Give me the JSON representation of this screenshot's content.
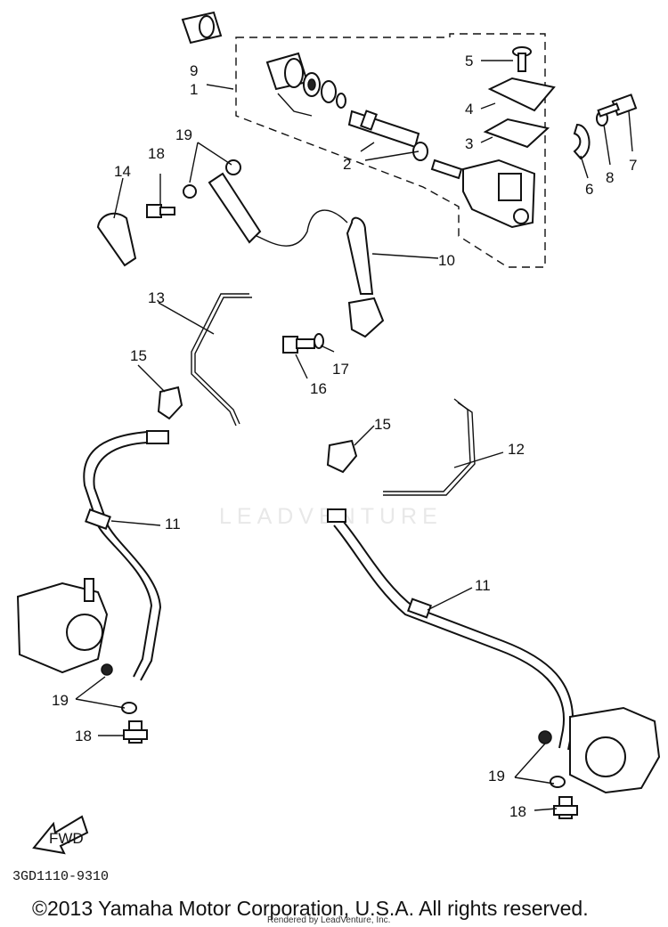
{
  "diagram": {
    "callouts": {
      "c1": "1",
      "c2": "2",
      "c3": "3",
      "c4": "4",
      "c5": "5",
      "c6": "6",
      "c7": "7",
      "c8": "8",
      "c9": "9",
      "c10": "10",
      "c11a": "11",
      "c11b": "11",
      "c12": "12",
      "c13": "13",
      "c14": "14",
      "c15a": "15",
      "c15b": "15",
      "c16": "16",
      "c17": "17",
      "c18a": "18",
      "c18b": "18",
      "c18c": "18",
      "c19a": "19",
      "c19b": "19",
      "c19c": "19"
    },
    "fwd_label": "FWD",
    "catalog_code": "3GD1110-9310",
    "watermark": "LEADVENTURE",
    "copyright": "©2013 Yamaha Motor Corporation, U.S.A. All rights reserved.",
    "rendered_by": "Rendered by LeadVenture, Inc."
  }
}
